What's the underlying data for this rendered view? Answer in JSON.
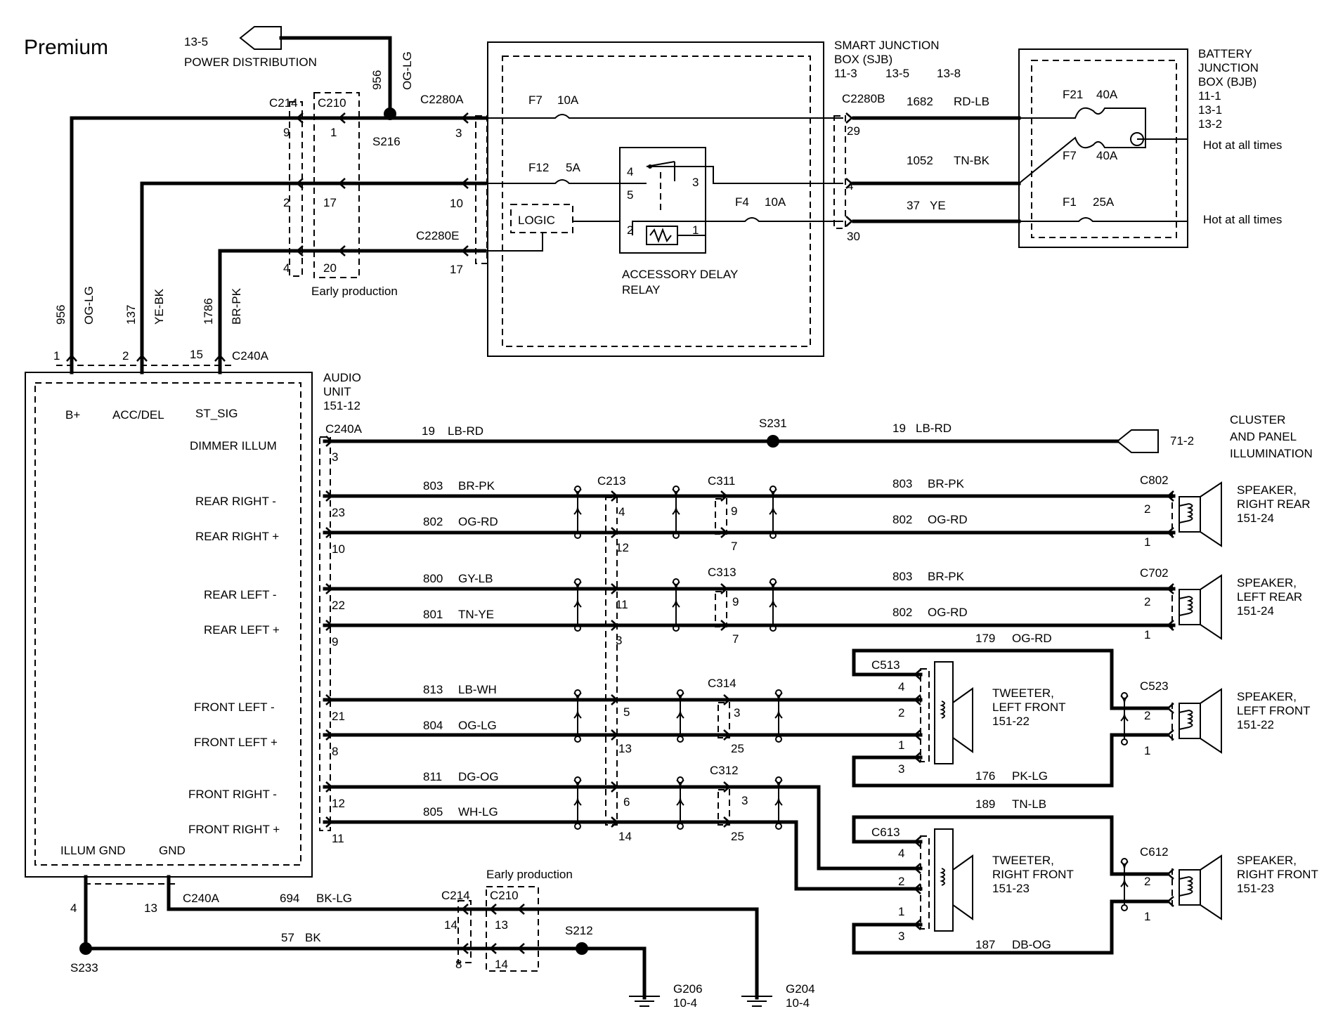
{
  "title": "Premium",
  "power_distribution": {
    "page": "13-5",
    "label": "POWER DISTRIBUTION",
    "circuit": "956",
    "color": "OG-LG"
  },
  "splices": {
    "s216": "S216",
    "s231": "S231",
    "s212": "S212",
    "s233": "S233"
  },
  "top_connectors": {
    "c214": "C214",
    "c210": "C210",
    "c2280a": "C2280A",
    "c2280e": "C2280E",
    "early": "Early production",
    "p9": "9",
    "p1": "1",
    "p3": "3",
    "p2": "2",
    "p17": "17",
    "p10": "10",
    "p4": "4",
    "p20": "20",
    "p17b": "17"
  },
  "sjb": {
    "title1": "SMART JUNCTION",
    "title2": "BOX (SJB)",
    "pages": [
      "11-3",
      "13-5",
      "13-8"
    ],
    "fuses": [
      {
        "name": "F7",
        "amp": "10A"
      },
      {
        "name": "F12",
        "amp": "5A"
      },
      {
        "name": "F4",
        "amp": "10A"
      }
    ],
    "logic": "LOGIC",
    "relay1": "ACCESSORY DELAY",
    "relay2": "RELAY",
    "relay_pins": [
      "4",
      "5",
      "3",
      "2",
      "1"
    ],
    "c2280b": "C2280B",
    "pins": [
      "29",
      "4",
      "30"
    ]
  },
  "bjb_wires": [
    {
      "circuit": "1682",
      "color": "RD-LB"
    },
    {
      "circuit": "1052",
      "color": "TN-BK"
    },
    {
      "circuit": "37",
      "color": "YE"
    }
  ],
  "bjb": {
    "title": [
      "BATTERY",
      "JUNCTION",
      "BOX (BJB)",
      "11-1",
      "13-1",
      "13-2"
    ],
    "fuses": [
      {
        "name": "F21",
        "amp": "40A"
      },
      {
        "name": "F7",
        "amp": "40A"
      },
      {
        "name": "F1",
        "amp": "25A"
      }
    ],
    "hot1": "Hot at all times",
    "hot2": "Hot at all times"
  },
  "feeds": [
    {
      "circuit": "956",
      "color": "OG-LG",
      "pin": "1"
    },
    {
      "circuit": "137",
      "color": "YE-BK",
      "pin": "2"
    },
    {
      "circuit": "1786",
      "color": "BR-PK",
      "pin": "15"
    }
  ],
  "audio": {
    "conn": "C240A",
    "label": [
      "AUDIO",
      "UNIT",
      "151-12"
    ],
    "b_plus": "B+",
    "acc": "ACC/DEL",
    "st": "ST_SIG",
    "illum_gnd": "ILLUM GND",
    "gnd": "GND",
    "conn2": "C240A",
    "dimmer_pin": "3",
    "channels": [
      {
        "label": "DIMMER ILLUM"
      },
      {
        "label": "REAR RIGHT -",
        "pin": "23"
      },
      {
        "label": "REAR RIGHT +",
        "pin": "10"
      },
      {
        "label": "REAR LEFT -",
        "pin": "22"
      },
      {
        "label": "REAR LEFT +",
        "pin": "9"
      },
      {
        "label": "FRONT LEFT -",
        "pin": "21"
      },
      {
        "label": "FRONT LEFT +",
        "pin": "8"
      },
      {
        "label": "FRONT RIGHT -",
        "pin": "12"
      },
      {
        "label": "FRONT RIGHT +",
        "pin": "11"
      }
    ]
  },
  "dimmer": {
    "circuit": "19",
    "color": "LB-RD",
    "page": "71-2",
    "dest": [
      "CLUSTER",
      "AND PANEL",
      "ILLUMINATION"
    ]
  },
  "speaker_wires": [
    {
      "circuit": "803",
      "color": "BR-PK"
    },
    {
      "circuit": "802",
      "color": "OG-RD"
    },
    {
      "circuit": "800",
      "color": "GY-LB"
    },
    {
      "circuit": "801",
      "color": "TN-YE"
    },
    {
      "circuit": "813",
      "color": "LB-WH"
    },
    {
      "circuit": "804",
      "color": "OG-LG"
    },
    {
      "circuit": "811",
      "color": "DG-OG"
    },
    {
      "circuit": "805",
      "color": "WH-LG"
    }
  ],
  "c213": {
    "name": "C213",
    "pins": [
      "4",
      "12",
      "11",
      "3",
      "5",
      "13",
      "6",
      "14"
    ]
  },
  "c3xx": [
    {
      "name": "C311",
      "pins": [
        "9",
        "7"
      ]
    },
    {
      "name": "C313",
      "pins": [
        "9",
        "7"
      ]
    },
    {
      "name": "C314",
      "pins": [
        "3",
        "25"
      ]
    },
    {
      "name": "C312",
      "pins": [
        "3",
        "25"
      ]
    }
  ],
  "rear_wires": [
    {
      "circuit": "803",
      "color": "BR-PK"
    },
    {
      "circuit": "802",
      "color": "OG-RD"
    },
    {
      "circuit": "803",
      "color": "BR-PK"
    },
    {
      "circuit": "802",
      "color": "OG-RD"
    }
  ],
  "speakers": {
    "rr": {
      "conn": "C802",
      "label": [
        "SPEAKER,",
        "RIGHT  REAR",
        "151-24"
      ],
      "pins": [
        "2",
        "1"
      ]
    },
    "lr": {
      "conn": "C702",
      "label": [
        "SPEAKER,",
        "LEFT  REAR",
        "151-24"
      ],
      "pins": [
        "2",
        "1"
      ]
    },
    "lf": {
      "conn": "C523",
      "label": [
        "SPEAKER,",
        "LEFT    FRONT",
        "151-22"
      ],
      "pins": [
        "2",
        "1"
      ]
    },
    "rf": {
      "conn": "C612",
      "label": [
        "SPEAKER,",
        "RIGHT   FRONT",
        "151-23"
      ],
      "pins": [
        "2",
        "1"
      ]
    },
    "tlf": {
      "conn": "C513",
      "label": [
        "TWEETER,",
        "LEFT FRONT",
        "151-22"
      ],
      "pins": [
        "4",
        "2",
        "1",
        "3"
      ]
    },
    "trf": {
      "conn": "C613",
      "label": [
        "TWEETER,",
        "RIGHT FRONT",
        "151-23"
      ],
      "pins": [
        "4",
        "2",
        "1",
        "3"
      ]
    }
  },
  "front_wires": [
    {
      "circuit": "179",
      "color": "OG-RD"
    },
    {
      "circuit": "176",
      "color": "PK-LG"
    },
    {
      "circuit": "189",
      "color": "TN-LB"
    },
    {
      "circuit": "187",
      "color": "DB-OG"
    }
  ],
  "ground": {
    "pin4": "4",
    "pin13": "13",
    "conn": "C240A",
    "w1": {
      "circuit": "694",
      "color": "BK-LG"
    },
    "w2": {
      "circuit": "57",
      "color": "BK"
    },
    "c214": "C214",
    "c210": "C210",
    "early": "Early production",
    "p14": "14",
    "p13": "13",
    "p8": "8",
    "p14b": "14",
    "g206": [
      "G206",
      "10-4"
    ],
    "g204": [
      "G204",
      "10-4"
    ]
  }
}
